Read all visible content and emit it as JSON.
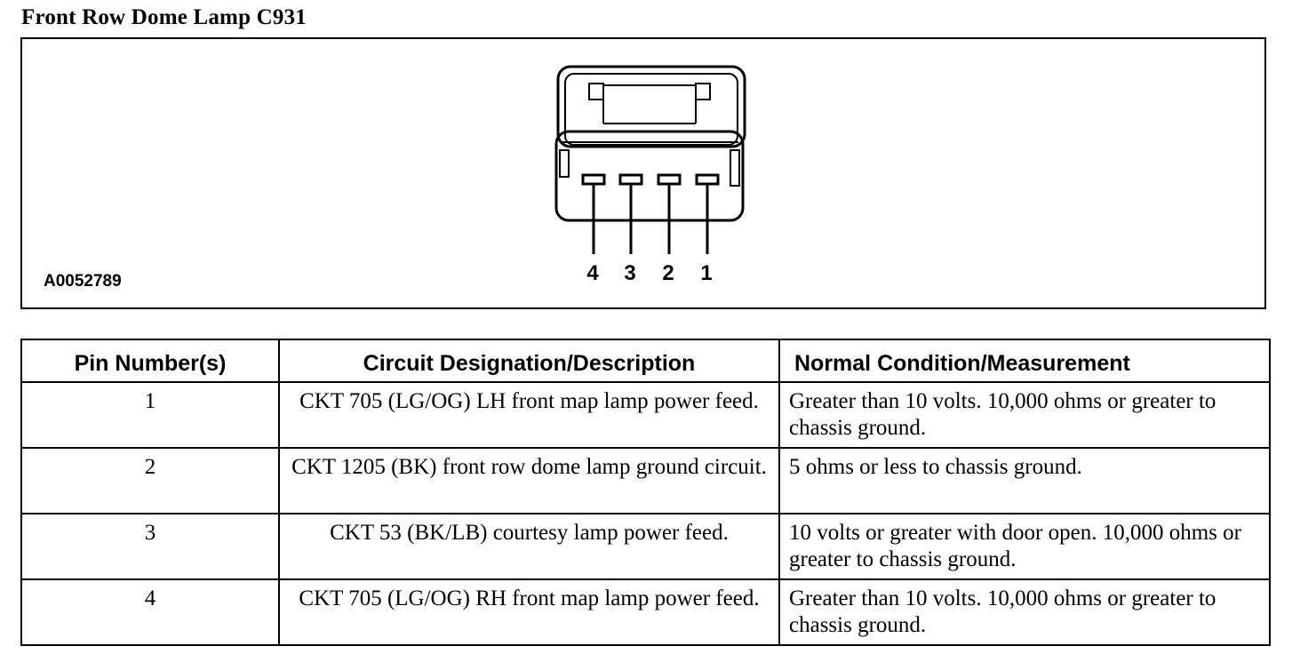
{
  "header": {
    "title": "Front Row Dome Lamp C931"
  },
  "diagram": {
    "figure_id": "A0052789",
    "pin_labels": [
      "4",
      "3",
      "2",
      "1"
    ]
  },
  "table": {
    "headers": [
      "Pin Number(s)",
      "Circuit Designation/Description",
      "Normal Condition/Measurement"
    ],
    "rows": [
      {
        "pin": "1",
        "description": "CKT 705 (LG/OG) LH front map lamp power feed.",
        "condition": "Greater than 10 volts. 10,000 ohms or greater to chassis ground."
      },
      {
        "pin": "2",
        "description": "CKT 1205 (BK) front row dome lamp ground circuit.",
        "condition": "5 ohms or less to chassis ground."
      },
      {
        "pin": "3",
        "description": "CKT 53 (BK/LB) courtesy lamp power feed.",
        "condition": "10 volts or greater with door open. 10,000 ohms or greater to chassis ground."
      },
      {
        "pin": "4",
        "description": "CKT 705 (LG/OG) RH front map lamp power feed.",
        "condition": "Greater than 10 volts. 10,000 ohms or greater to chassis ground."
      }
    ]
  }
}
